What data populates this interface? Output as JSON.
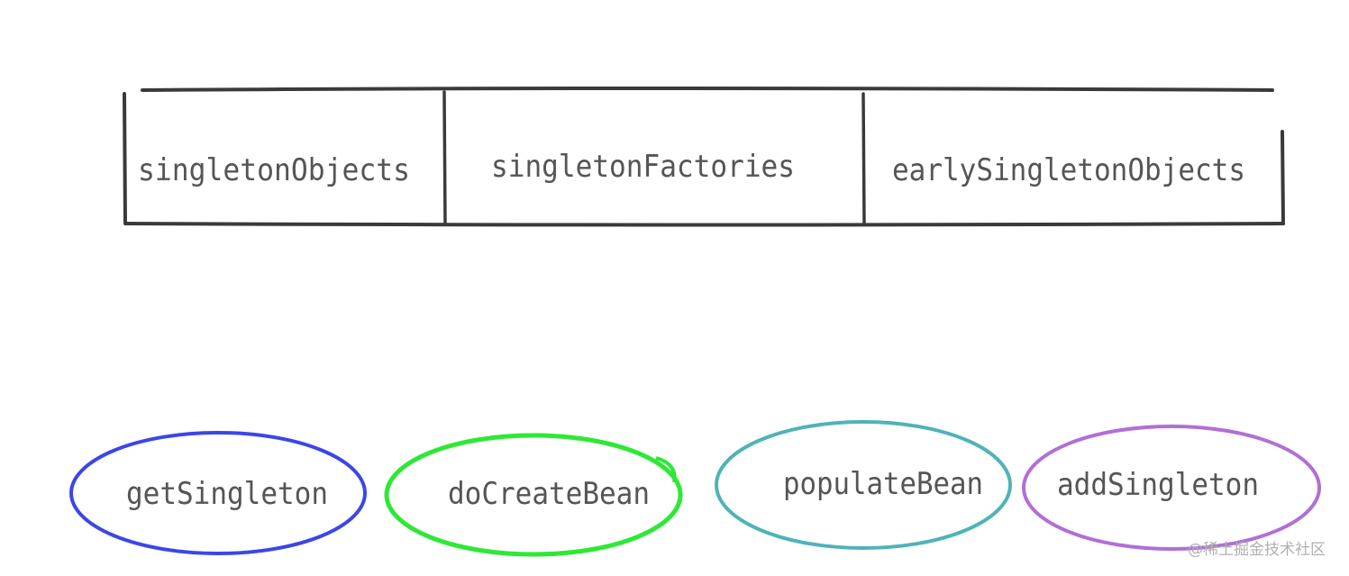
{
  "caches": [
    {
      "label": "singletonObjects"
    },
    {
      "label": "singletonFactories"
    },
    {
      "label": "earlySingletonObjects"
    }
  ],
  "methods": [
    {
      "label": "getSingleton",
      "color": "#3b46e8"
    },
    {
      "label": "doCreateBean",
      "color": "#2ee836"
    },
    {
      "label": "populateBean",
      "color": "#4fb3b8"
    },
    {
      "label": "addSingleton",
      "color": "#b06fd6"
    }
  ],
  "watermark": "@稀土掘金技术社区"
}
